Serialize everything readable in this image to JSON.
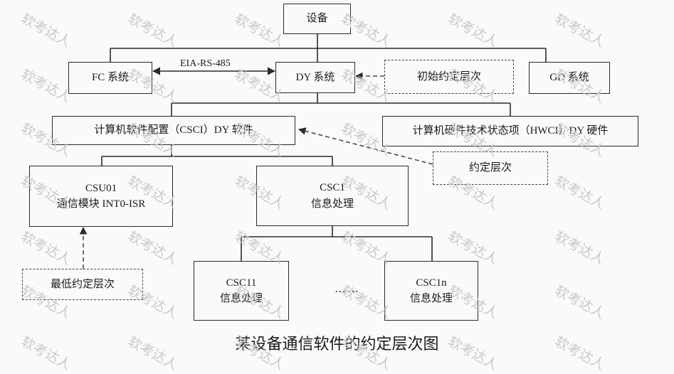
{
  "nodes": {
    "device": "设备",
    "fc": "FC 系统",
    "dy": "DY 系统",
    "initial": "初始约定层次",
    "gd": "GD 系统",
    "csci": "计算机软件配置（CSCI）DY 软件",
    "hwci": "计算机硬件技术状态项（HWCI）DY 硬件",
    "agreed": "约定层次",
    "csu01_code": "CSU01",
    "csu01_desc": "通信模块 INT0-ISR",
    "csc1_code": "CSC1",
    "csc1_desc": "信息处理",
    "lowest": "最低约定层次",
    "csc11_code": "CSC11",
    "csc11_desc": "信息处理",
    "csc1n_code": "CSC1n",
    "csc1n_desc": "信息处理"
  },
  "edge_label": "EIA-RS-485",
  "ellipsis": "……",
  "caption": "某设备通信软件的约定层次图",
  "watermark": "软考达人"
}
